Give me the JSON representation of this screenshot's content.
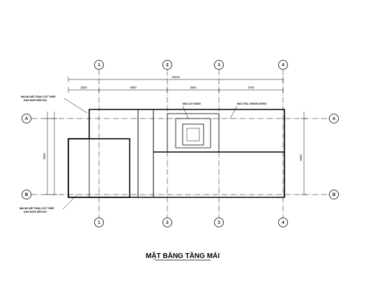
{
  "title": "MẶT BẰNG TẦNG MÁI",
  "axes": {
    "numbers": [
      "1",
      "2",
      "3",
      "4"
    ],
    "letters": [
      "A",
      "B"
    ]
  },
  "dimensions": {
    "overall": "15310",
    "segments": [
      "3200",
      "4800",
      "3600",
      "3700"
    ],
    "vertical": "5500"
  },
  "notes": {
    "upper_left": [
      "MÁI ĐỔ BÊ TÔNG CỐT THÉP,",
      "DÁN NGÓI MŨI HÀI"
    ],
    "lower_left": [
      "MÁI ĐỔ BÊ TÔNG CỐT THÉP,",
      "DÁN NGÓI MŨI HÀI"
    ],
    "skylight": "MÁI LẤY SÁNG",
    "steel_roof": "MÁI TÔN, CHỐNG NÓNG"
  }
}
